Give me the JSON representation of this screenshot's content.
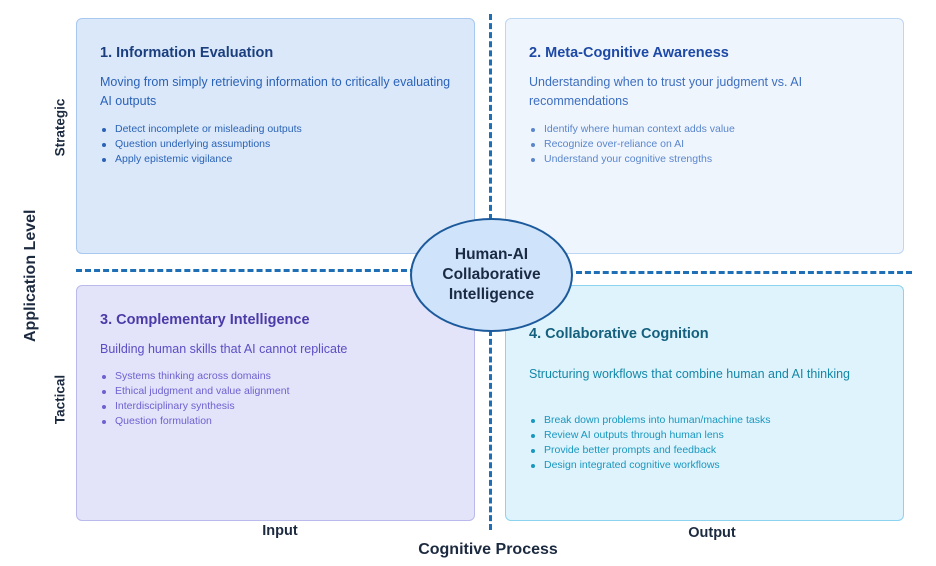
{
  "quadrants": [
    {
      "title": "1. Information Evaluation",
      "subtitle": "Moving from simply retrieving information to critically evaluating AI outputs",
      "bullets": [
        "Detect incomplete or misleading outputs",
        "Question underlying assumptions",
        "Apply epistemic vigilance"
      ]
    },
    {
      "title": "2. Meta-Cognitive Awareness",
      "subtitle": "Understanding when to trust your judgment vs. AI recommendations",
      "bullets": [
        "Identify where human context adds value",
        "Recognize over-reliance on AI",
        "Understand your cognitive strengths"
      ]
    },
    {
      "title": "3. Complementary Intelligence",
      "subtitle": "Building human skills that AI cannot replicate",
      "bullets": [
        "Systems thinking across domains",
        "Ethical judgment and value alignment",
        "Interdisciplinary synthesis",
        "Question formulation"
      ]
    },
    {
      "title": "4. Collaborative Cognition",
      "subtitle": "Structuring workflows that combine human and AI thinking",
      "bullets": [
        "Break down problems into human/machine tasks",
        "Review AI outputs through human lens",
        "Provide better prompts and feedback",
        "Design integrated cognitive workflows"
      ]
    }
  ],
  "center": {
    "label": "Human-AI\nCollaborative\nIntelligence"
  },
  "axes": {
    "y_title": "Application Level",
    "y_top": "Strategic",
    "y_bottom": "Tactical",
    "x_title": "Cognitive Process",
    "x_left": "Input",
    "x_right": "Output"
  }
}
